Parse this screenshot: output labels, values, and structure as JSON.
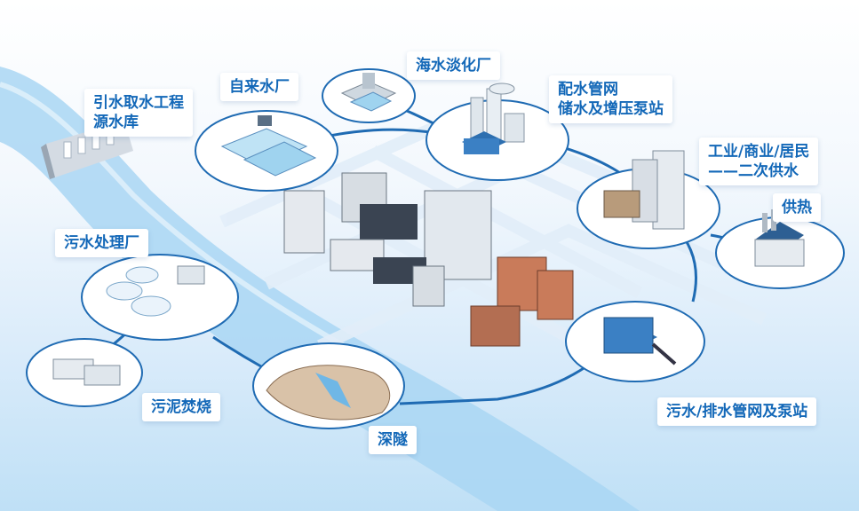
{
  "labels": {
    "intake": [
      "引水取水工程",
      "源水库"
    ],
    "waterworks": "自来水厂",
    "desalination": "海水淡化厂",
    "distribution": [
      "配水管网",
      "储水及增压泵站"
    ],
    "secondary_supply": [
      "工业/商业/居民",
      "——二次供水"
    ],
    "heating": "供热",
    "sewage_plant": "污水处理厂",
    "sludge": "污泥焚烧",
    "tunnel": "深隧",
    "drainage": "污水/排水管网及泵站"
  },
  "colors": {
    "label_text": "#1368b8",
    "pipe": "#1f6bb3",
    "river": "#a9d6f3",
    "node_fill": "#ffffff"
  }
}
